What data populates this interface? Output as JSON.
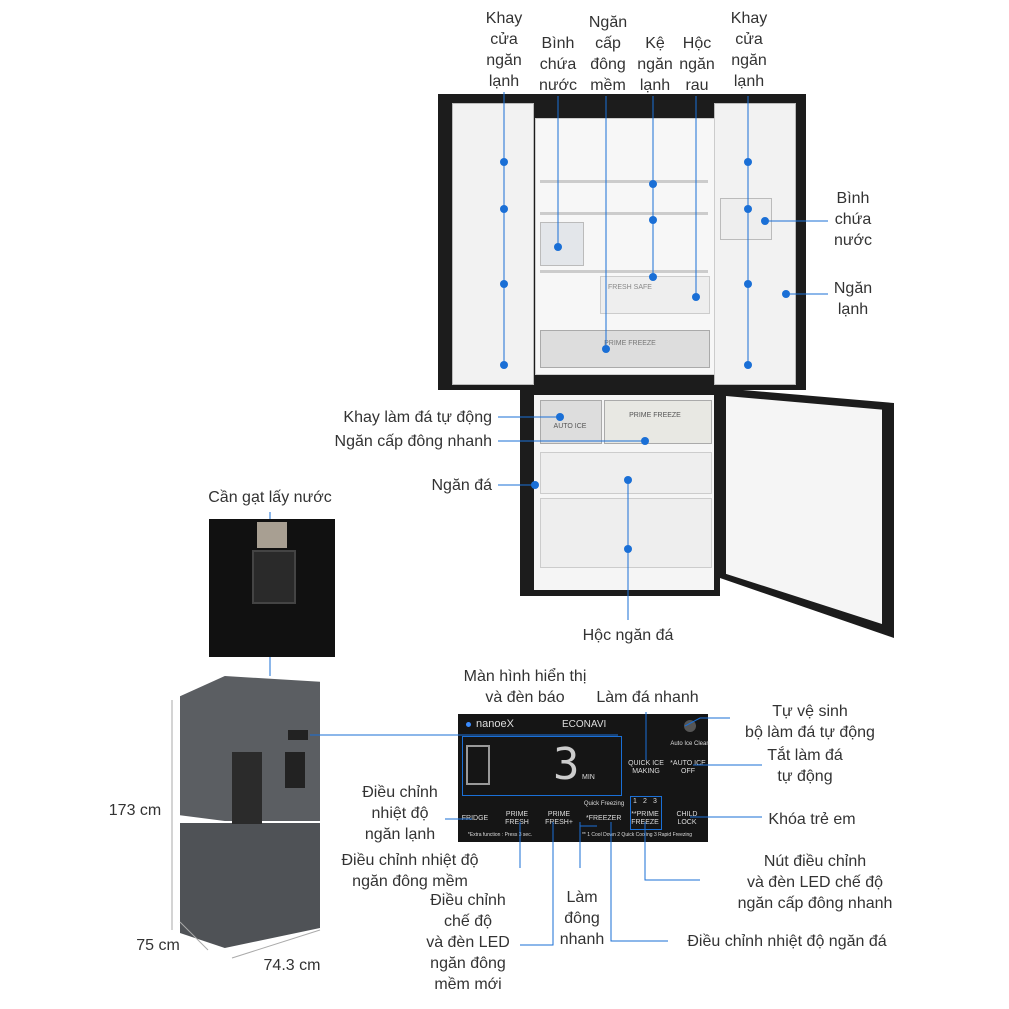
{
  "labels": {
    "door_shelf_left": "Khay\ncửa\nngăn\nlạnh",
    "water_tank_top": "Bình\nchứa\nnước",
    "soft_freeze": "Ngăn\ncấp\nđông\nmềm",
    "fridge_shelf": "Kệ\nngăn\nlạnh",
    "vegetable_drawer": "Hộc\nngăn\nrau",
    "door_shelf_right": "Khay\ncửa\nngăn\nlạnh",
    "water_tank_right": "Bình\nchứa\nnước",
    "fridge_compartment": "Ngăn\nlạnh",
    "auto_ice_tray": "Khay làm đá tự động",
    "quick_freeze": "Ngăn cấp đông nhanh",
    "freezer": "Ngăn đá",
    "freezer_drawer": "Hộc ngăn đá",
    "water_lever": "Cần gạt lấy nước",
    "height": "173 cm",
    "depth": "75 cm",
    "width": "74.3 cm",
    "display": "Màn hình hiển thị\nvà đèn báo",
    "quick_ice": "Làm đá nhanh",
    "self_clean": "Tự vệ sinh\nbộ làm đá tự động",
    "auto_ice_off": "Tắt làm đá\ntự động",
    "fridge_temp": "Điều chỉnh\nnhiệt độ\nngăn lạnh",
    "child_lock": "Khóa trẻ em",
    "soft_freeze_temp": "Điều chỉnh nhiệt độ\nngăn đông mềm",
    "prime_freeze_btn": "Nút điều chỉnh\nvà đèn LED chế độ\nngăn cấp đông nhanh",
    "quick_freezing": "Làm\nđông\nnhanh",
    "new_soft_freeze": "Điều chỉnh\nchế độ\nvà đèn LED\nngăn đông\nmềm mới",
    "freezer_temp": "Điều chỉnh nhiệt độ ngăn đá"
  },
  "panel": {
    "brand_nanoe": "nanoeX",
    "brand_econavi": "ECONAVI",
    "digit": "3",
    "unit": "MIN",
    "auto_ice_clean": "Auto Ice Clean",
    "quick_ice_making": "QUICK ICE\nMAKING",
    "auto_ice_off": "*AUTO ICE\nOFF",
    "quick_freezing": "Quick Freezing",
    "levels": [
      "1",
      "2",
      "3"
    ],
    "fridge": "FRIDGE",
    "prime_fresh": "PRIME\nFRESH",
    "prime_fresh_plus": "PRIME\nFRESH+",
    "freezer": "*FREEZER",
    "prime_freeze": "**PRIME\nFREEZE",
    "child_lock": "CHILD\nLOCK",
    "extra_note": "*Extra function : Press 3 sec.",
    "modes_note": "** 1 Cool Down  2 Quick Cooling  3 Rapid Freezing"
  },
  "fridge_texts": {
    "fresh_safe": "FRESH SAFE",
    "prime_freeze_top": "PRIME FREEZE",
    "auto_ice": "AUTO ICE",
    "prime_freeze_bottom": "PRIME FREEZE"
  },
  "colors": {
    "accent": "#1a6fd6",
    "panel": "#151515",
    "body": "#5b5e62"
  }
}
